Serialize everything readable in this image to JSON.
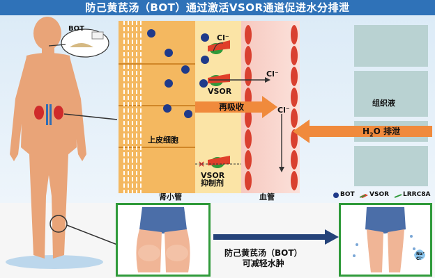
{
  "title": "防己黄芪汤（BOT）通过激活VSOR通道促进水分排泄",
  "labels": {
    "bot_box": "BOT",
    "kidney_tubule": "肾小管",
    "blood_vessel": "血管",
    "epithelial_cell": "上皮细胞",
    "reabsorption": "再吸收",
    "interstitial_fluid": "组织液",
    "h2o_excretion_main": "H",
    "h2o_excretion_sub": "2",
    "h2o_excretion_tail": "O 排泄",
    "vsor_channel": "VSOR",
    "vsor_inhibitor_line1": "VSOR",
    "vsor_inhibitor_line2": "抑制剂",
    "cl_top": "Cl⁻",
    "cl_mid": "Cl⁻",
    "cl_vessel": "Cl⁻",
    "result_line1": "防己黄芪汤（BOT）",
    "result_line2": "可减轻水肿",
    "na_ion": "Na⁺",
    "cl_ion": "Cl⁻"
  },
  "legend": [
    {
      "name": "BOT",
      "color": "#1f3a8a"
    },
    {
      "name": "VSOR",
      "color": "#e0402a"
    },
    {
      "name": "LRRC8A",
      "color": "#2f9a3a"
    }
  ],
  "colors": {
    "title_bg": "#2f72b8",
    "tubule": "#f4b860",
    "vessel": "#f6b8b0",
    "fluid": "#b9d2d2",
    "arrow": "#f08a3c",
    "frame": "#2f9a3a",
    "skin": "#e9a478",
    "bot_dot": "#1f3a8a"
  }
}
